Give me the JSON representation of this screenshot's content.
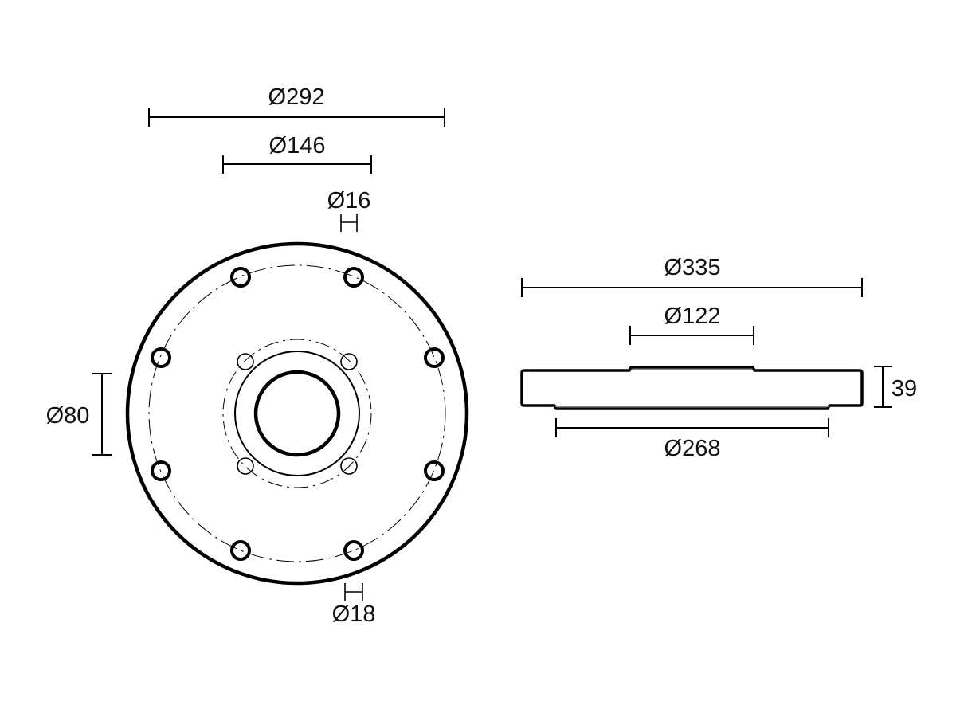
{
  "drawing": {
    "type": "technical-drawing",
    "units": "mm",
    "line_color": "#000000",
    "background": "#ffffff"
  },
  "front_view": {
    "dimensions": {
      "outer_bolt_circle": "Ø292",
      "inner_bolt_circle": "Ø146",
      "small_hole": "Ø16",
      "bore": "Ø80",
      "large_hole": "Ø18"
    },
    "outer_bolt_holes_count": 8,
    "inner_bolt_holes_count": 4
  },
  "side_view": {
    "dimensions": {
      "overall_diameter": "Ø335",
      "top_boss_diameter": "Ø122",
      "bottom_recess_diameter": "Ø268",
      "height": "39"
    }
  }
}
